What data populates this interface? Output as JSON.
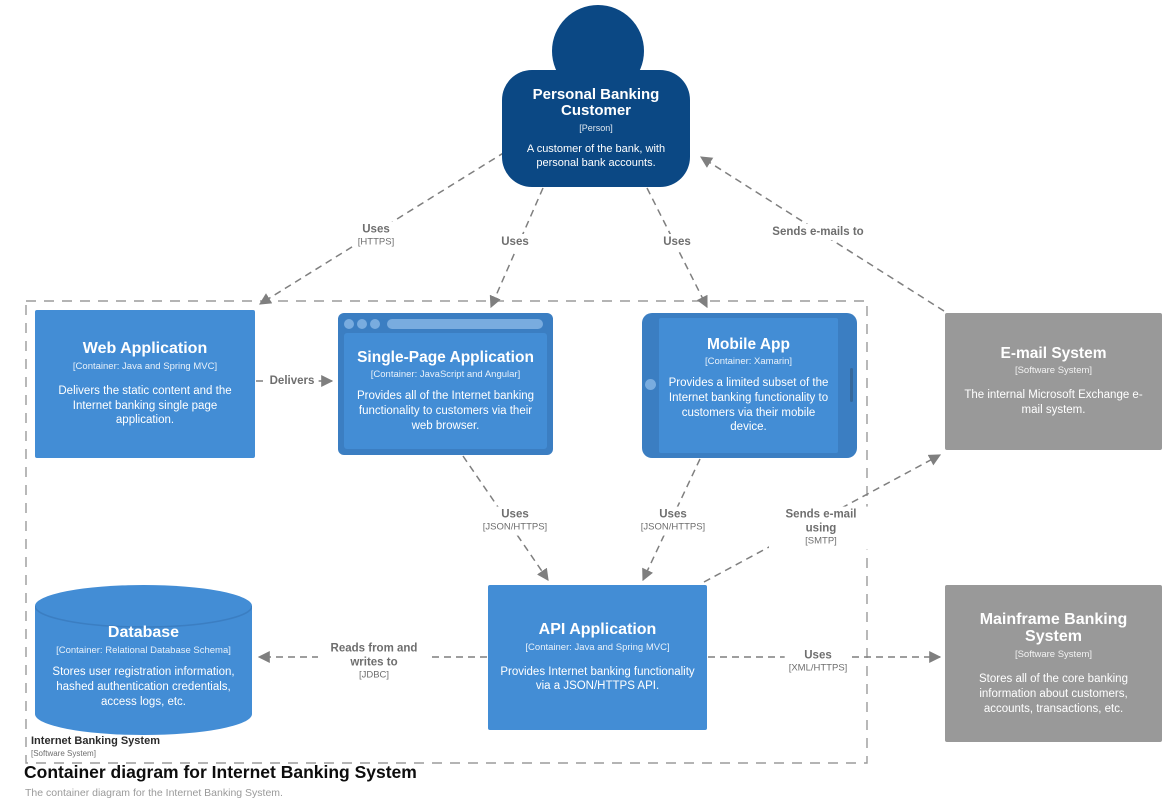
{
  "colors": {
    "person-fill": "#0b4884",
    "container-fill": "#438dd5",
    "container-frame": "#3b7ec2",
    "container-accent": "#79acdf",
    "external-fill": "#999999",
    "edge": "#7f7f7f",
    "label-text": "#6e6e6e",
    "boundary": "#9b9b9b"
  },
  "nodes": {
    "person": {
      "name": "Personal Banking Customer",
      "meta": "[Person]",
      "desc": "A customer of the bank, with personal bank accounts."
    },
    "web_app": {
      "name": "Web Application",
      "meta": "[Container: Java and Spring MVC]",
      "desc": "Delivers the static content and the Internet banking single page application."
    },
    "spa": {
      "name": "Single-Page Application",
      "meta": "[Container: JavaScript and Angular]",
      "desc": "Provides all of the Internet banking functionality to customers via their web browser."
    },
    "mobile": {
      "name": "Mobile App",
      "meta": "[Container: Xamarin]",
      "desc": "Provides a limited subset of the Internet banking functionality to customers via their mobile device."
    },
    "email": {
      "name": "E-mail System",
      "meta": "[Software System]",
      "desc": "The internal Microsoft Exchange e-mail system."
    },
    "database": {
      "name": "Database",
      "meta": "[Container: Relational Database Schema]",
      "desc": "Stores user registration information, hashed authentication credentials, access logs, etc."
    },
    "api": {
      "name": "API Application",
      "meta": "[Container: Java and Spring MVC]",
      "desc": "Provides Internet banking functionality via a JSON/HTTPS API."
    },
    "mainframe": {
      "name": "Mainframe Banking System",
      "meta": "[Software System]",
      "desc": "Stores all of the core banking information about customers, accounts, transactions, etc."
    }
  },
  "edges": {
    "person_web": {
      "label": "Uses",
      "tech": "[HTTPS]"
    },
    "person_spa": {
      "label": "Uses"
    },
    "person_mobile": {
      "label": "Uses"
    },
    "email_person": {
      "label": "Sends e-mails to"
    },
    "web_spa": {
      "label": "Delivers"
    },
    "spa_api": {
      "label": "Uses",
      "tech": "[JSON/HTTPS]"
    },
    "mobile_api": {
      "label": "Uses",
      "tech": "[JSON/HTTPS]"
    },
    "api_email": {
      "label": "Sends e-mail using",
      "tech": "[SMTP]"
    },
    "api_db": {
      "label": "Reads from and writes to",
      "tech": "[JDBC]"
    },
    "api_mainframe": {
      "label": "Uses",
      "tech": "[XML/HTTPS]"
    }
  },
  "footer": {
    "boundary_name": "Internet Banking System",
    "boundary_meta": "[Software System]",
    "title": "Container diagram for Internet Banking System",
    "subtitle": "The container diagram for the Internet Banking System."
  }
}
